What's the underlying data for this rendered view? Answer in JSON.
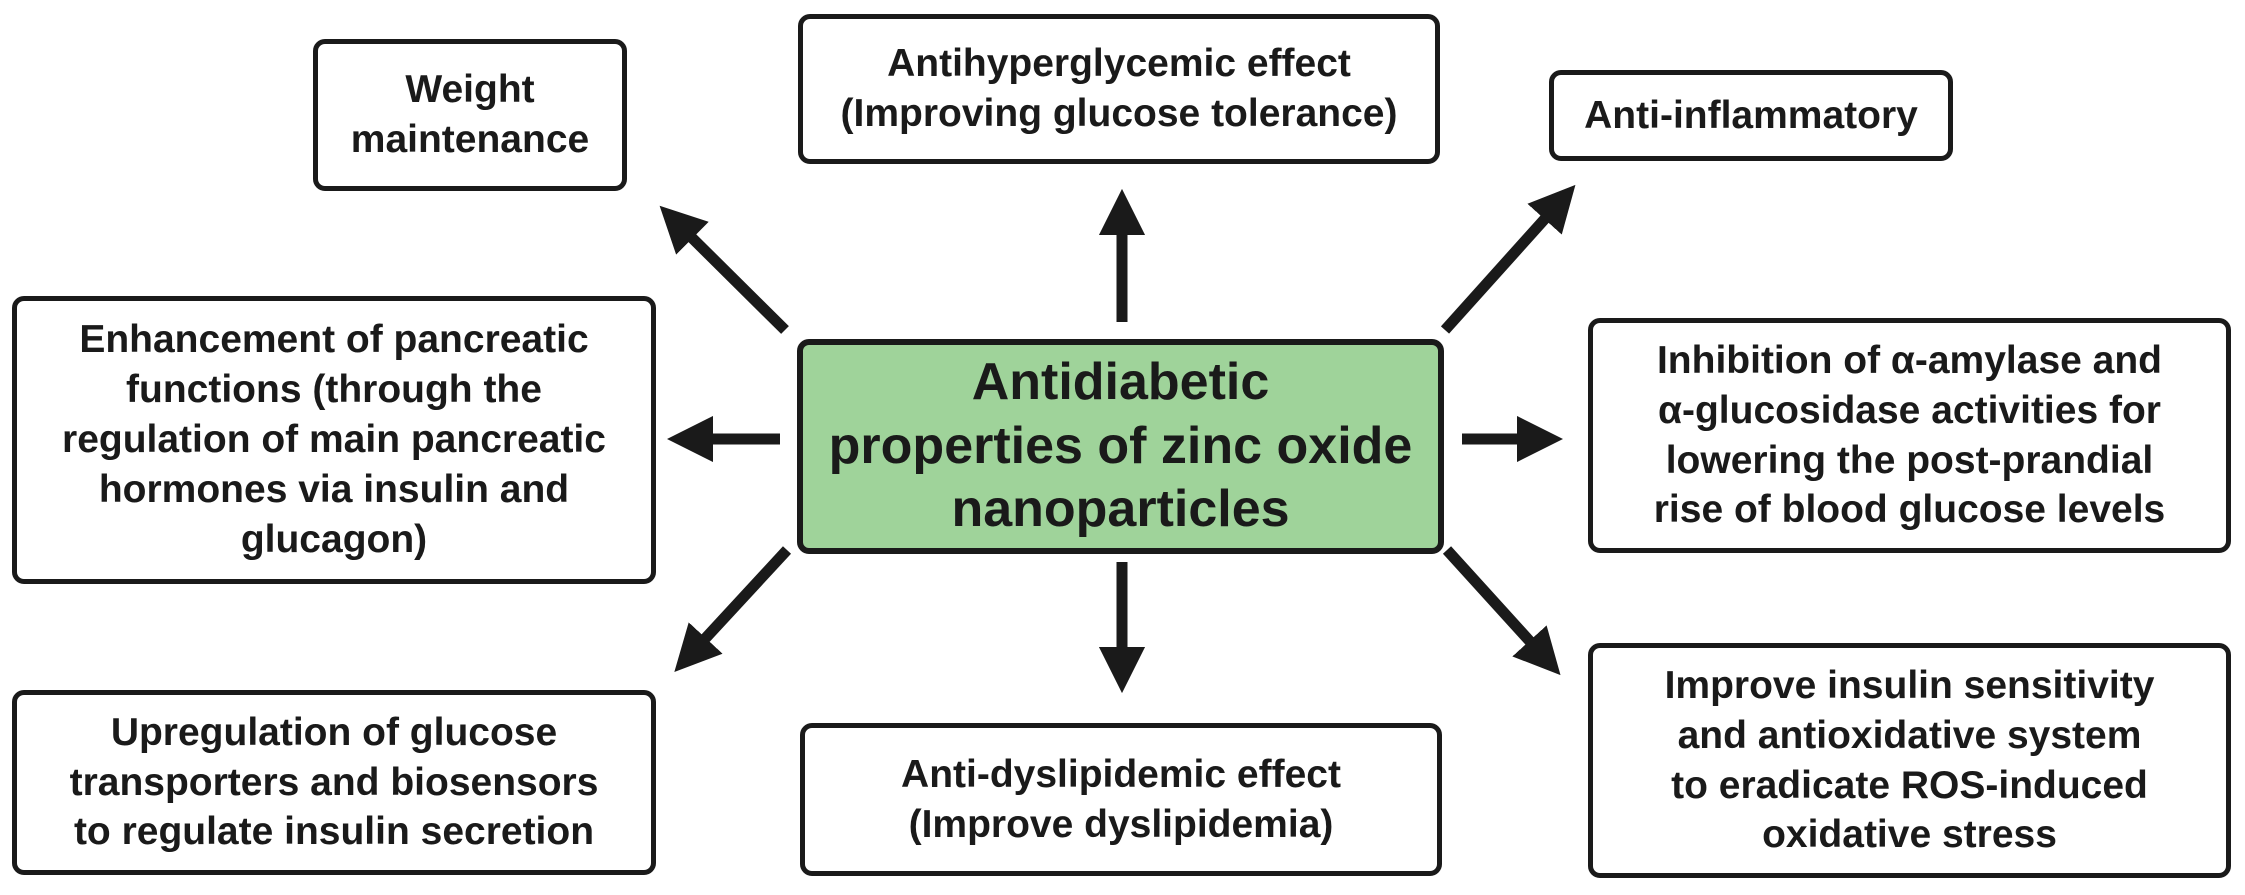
{
  "diagram": {
    "center": "Antidiabetic\nproperties of zinc oxide\nnanoparticles",
    "colors": {
      "center_fill": "#9fd39a",
      "border": "#1a1a1a",
      "arrow": "#1a1a1a"
    },
    "nodes": {
      "weight": "Weight\nmaintenance",
      "antihyperglycemic": "Antihyperglycemic effect\n(Improving glucose tolerance)",
      "anti_inflammatory": "Anti-inflammatory",
      "pancreatic": "Enhancement of pancreatic\nfunctions (through the\nregulation of main pancreatic\nhormones via insulin and\nglucagon)",
      "amylase": "Inhibition of α-amylase and\nα-glucosidase activities for\nlowering the post-prandial\nrise of blood glucose levels",
      "transporters": "Upregulation of glucose\ntransporters and biosensors\nto regulate insulin secretion",
      "dyslipidemic": "Anti-dyslipidemic effect\n(Improve dyslipidemia)",
      "insulin_sensitivity": "Improve insulin sensitivity\nand antioxidative system\nto eradicate ROS-induced\noxidative stress"
    }
  }
}
